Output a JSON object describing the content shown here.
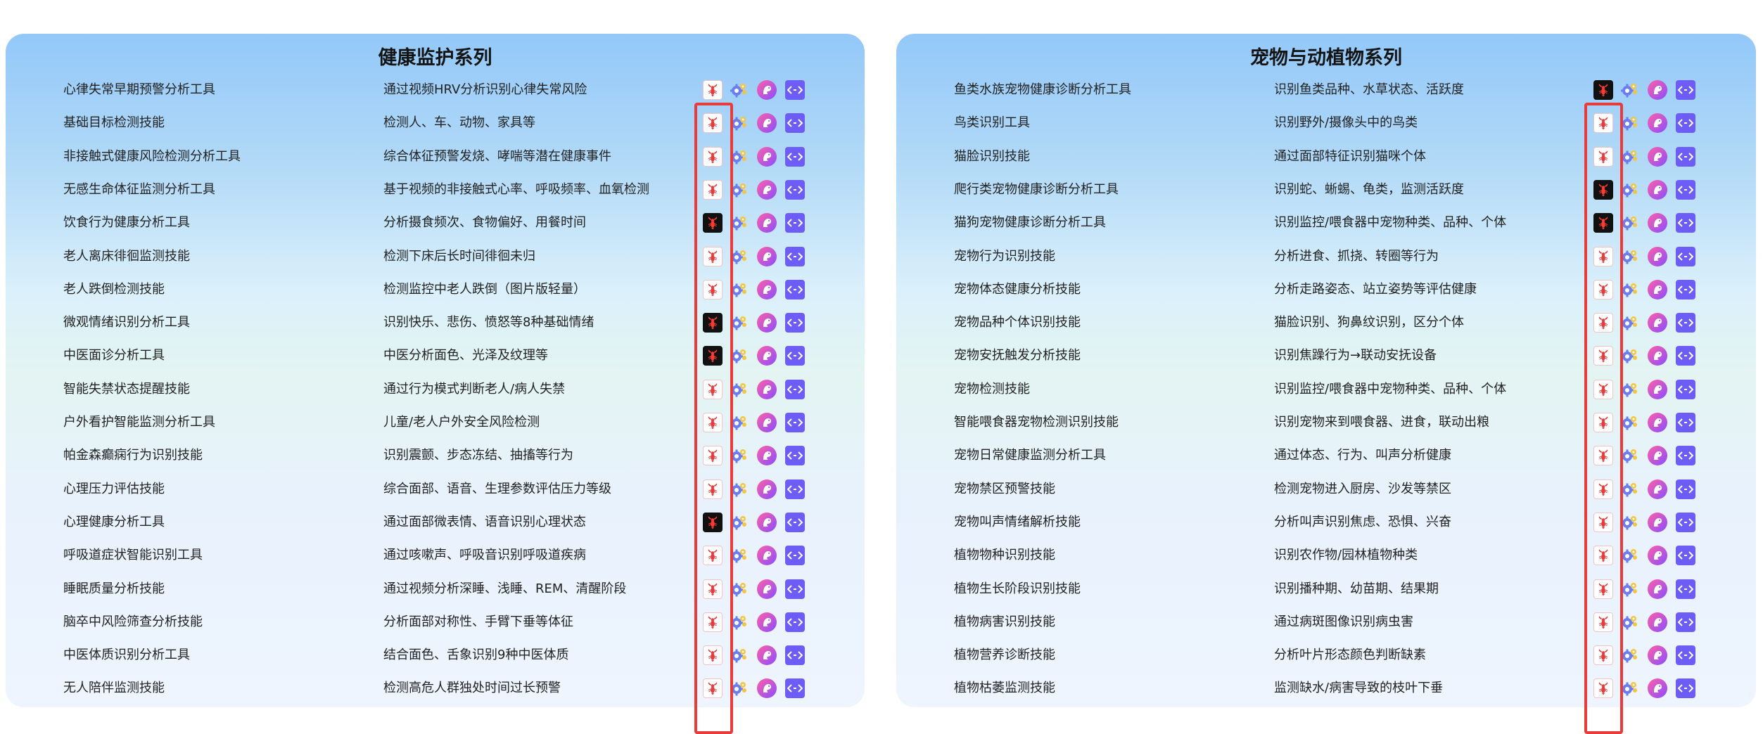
{
  "panels": [
    {
      "title": "健康监护系列",
      "rows": [
        {
          "name": "心律失常早期预警分析工具",
          "desc": "通过视频HRV分析识别心律失常风险",
          "lobster": "light"
        },
        {
          "name": "基础目标检测技能",
          "desc": "检测人、车、动物、家具等",
          "lobster": "light"
        },
        {
          "name": "非接触式健康风险检测分析工具",
          "desc": "综合体征预警发烧、哮喘等潜在健康事件",
          "lobster": "light"
        },
        {
          "name": "无感生命体征监测分析工具",
          "desc": "基于视频的非接触式心率、呼吸频率、血氧检测",
          "lobster": "light"
        },
        {
          "name": "饮食行为健康分析工具",
          "desc": "分析摄食频次、食物偏好、用餐时间",
          "lobster": "dark"
        },
        {
          "name": "老人离床徘徊监测技能",
          "desc": "检测下床后长时间徘徊未归",
          "lobster": "light"
        },
        {
          "name": "老人跌倒检测技能",
          "desc": "检测监控中老人跌倒（图片版轻量）",
          "lobster": "light"
        },
        {
          "name": "微观情绪识别分析工具",
          "desc": "识别快乐、悲伤、愤怒等8种基础情绪",
          "lobster": "dark"
        },
        {
          "name": "中医面诊分析工具",
          "desc": "中医分析面色、光泽及纹理等",
          "lobster": "dark"
        },
        {
          "name": "智能失禁状态提醒技能",
          "desc": "通过行为模式判断老人/病人失禁",
          "lobster": "light"
        },
        {
          "name": "户外看护智能监测分析工具",
          "desc": "儿童/老人户外安全风险检测",
          "lobster": "light"
        },
        {
          "name": "帕金森癫痫行为识别技能",
          "desc": "识别震颤、步态冻结、抽搐等行为",
          "lobster": "light"
        },
        {
          "name": "心理压力评估技能",
          "desc": "综合面部、语音、生理参数评估压力等级",
          "lobster": "light"
        },
        {
          "name": "心理健康分析工具",
          "desc": "通过面部微表情、语音识别心理状态",
          "lobster": "dark"
        },
        {
          "name": "呼吸道症状智能识别工具",
          "desc": "通过咳嗽声、呼吸音识别呼吸道疾病",
          "lobster": "light"
        },
        {
          "name": "睡眠质量分析技能",
          "desc": "通过视频分析深睡、浅睡、REM、清醒阶段",
          "lobster": "light"
        },
        {
          "name": "脑卒中风险筛查分析技能",
          "desc": "分析面部对称性、手臂下垂等体征",
          "lobster": "light"
        },
        {
          "name": "中医体质识别分析工具",
          "desc": "结合面色、舌象识别9种中医体质",
          "lobster": "light"
        },
        {
          "name": "无人陪伴监测技能",
          "desc": "检测高危人群独处时间过长预警",
          "lobster": "light"
        }
      ]
    },
    {
      "title": "宠物与动植物系列",
      "rows": [
        {
          "name": "鱼类水族宠物健康诊断分析工具",
          "desc": "识别鱼类品种、水草状态、活跃度",
          "lobster": "dark"
        },
        {
          "name": "鸟类识别工具",
          "desc": "识别野外/摄像头中的鸟类",
          "lobster": "light"
        },
        {
          "name": "猫脸识别技能",
          "desc": "通过面部特征识别猫咪个体",
          "lobster": "light"
        },
        {
          "name": "爬行类宠物健康诊断分析工具",
          "desc": "识别蛇、蜥蜴、龟类，监测活跃度",
          "lobster": "dark"
        },
        {
          "name": "猫狗宠物健康诊断分析工具",
          "desc": "识别监控/喂食器中宠物种类、品种、个体",
          "lobster": "dark"
        },
        {
          "name": "宠物行为识别技能",
          "desc": "分析进食、抓挠、转圈等行为",
          "lobster": "light"
        },
        {
          "name": "宠物体态健康分析技能",
          "desc": "分析走路姿态、站立姿势等评估健康",
          "lobster": "light"
        },
        {
          "name": "宠物品种个体识别技能",
          "desc": "猫脸识别、狗鼻纹识别，区分个体",
          "lobster": "light"
        },
        {
          "name": "宠物安抚触发分析技能",
          "desc": "识别焦躁行为→联动安抚设备",
          "lobster": "light"
        },
        {
          "name": "宠物检测技能",
          "desc": "识别监控/喂食器中宠物种类、品种、个体",
          "lobster": "light"
        },
        {
          "name": "智能喂食器宠物检测识别技能",
          "desc": "识别宠物来到喂食器、进食，联动出粮",
          "lobster": "light"
        },
        {
          "name": "宠物日常健康监测分析工具",
          "desc": "通过体态、行为、叫声分析健康",
          "lobster": "light"
        },
        {
          "name": "宠物禁区预警技能",
          "desc": "检测宠物进入厨房、沙发等禁区",
          "lobster": "light"
        },
        {
          "name": "宠物叫声情绪解析技能",
          "desc": "分析叫声识别焦虑、恐惧、兴奋",
          "lobster": "light"
        },
        {
          "name": "植物物种识别技能",
          "desc": "识别农作物/园林植物种类",
          "lobster": "light"
        },
        {
          "name": "植物生长阶段识别技能",
          "desc": "识别播种期、幼苗期、结果期",
          "lobster": "light"
        },
        {
          "name": "植物病害识别技能",
          "desc": "通过病斑图像识别病虫害",
          "lobster": "light"
        },
        {
          "name": "植物营养诊断技能",
          "desc": "分析叶片形态颜色判断缺素",
          "lobster": "light"
        },
        {
          "name": "植物枯萎监测技能",
          "desc": "监测缺水/病害导致的枝叶下垂",
          "lobster": "light"
        }
      ]
    }
  ],
  "icons": [
    "lobster-icon",
    "gear-flower-icon",
    "bird-icon",
    "code-icon"
  ],
  "colors": {
    "highlight": "#ea3b3b",
    "lobster": "#e83a3a",
    "code_bg": "#6d5cf5"
  }
}
